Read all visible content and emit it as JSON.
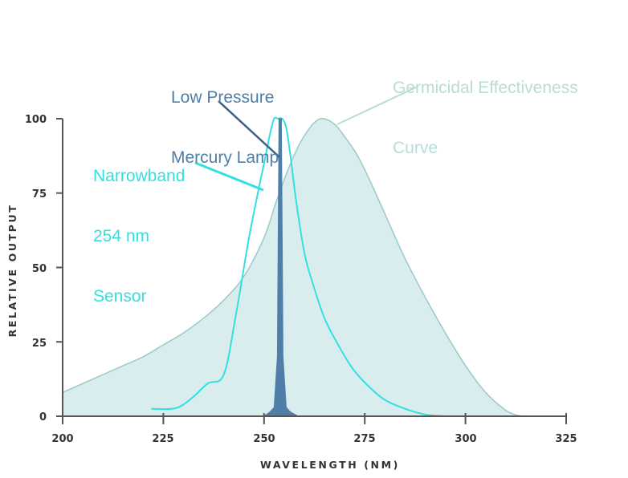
{
  "chart_data": {
    "type": "area",
    "title": "",
    "xlabel": "WAVELENGTH (NM)",
    "ylabel": "RELATIVE OUTPUT",
    "xlim": [
      200,
      325
    ],
    "ylim": [
      0,
      100
    ],
    "x_ticks": [
      200,
      225,
      250,
      275,
      300,
      325
    ],
    "y_ticks": [
      0,
      25,
      50,
      75,
      100
    ],
    "grid": false,
    "legend": "inline annotations",
    "series": [
      {
        "name": "Germicidal Effectiveness Curve",
        "label_lines": [
          "Germicidal Effectiveness",
          "Curve"
        ],
        "style": "filled-area",
        "color": "#9cc9c9",
        "fill": "#d9ecee",
        "x": [
          200,
          205,
          210,
          215,
          220,
          225,
          230,
          235,
          240,
          245,
          250,
          253,
          256,
          259,
          262,
          264,
          266,
          268,
          270,
          273,
          276,
          280,
          285,
          290,
          295,
          300,
          305,
          310,
          313,
          315
        ],
        "y": [
          8,
          11,
          14,
          17,
          20,
          24,
          28,
          33,
          39,
          47,
          60,
          72,
          83,
          92,
          98,
          100,
          99.5,
          97.5,
          94,
          88,
          80,
          68,
          53,
          40,
          28,
          17,
          8,
          2,
          0.3,
          0
        ]
      },
      {
        "name": "Narrowband 254 nm Sensor",
        "label_lines": [
          "Narrowband",
          "254 nm",
          "Sensor"
        ],
        "style": "line",
        "color": "#33e0e0",
        "x": [
          222,
          228,
          232,
          236,
          240,
          243,
          246,
          248,
          250,
          251.5,
          252.5,
          253.5,
          254.5,
          255.5,
          256.5,
          258,
          260,
          262,
          265,
          268,
          272,
          276,
          280,
          285,
          290,
          295
        ],
        "y": [
          2.5,
          2.7,
          6,
          11,
          14,
          34,
          58,
          72,
          85,
          95,
          100,
          100,
          100,
          97,
          88,
          72,
          55,
          45,
          33,
          25,
          16,
          10,
          5.5,
          2.5,
          0.6,
          0
        ]
      },
      {
        "name": "Low Pressure Mercury Lamp",
        "label_lines": [
          "Low Pressure",
          "Mercury Lamp"
        ],
        "style": "filled-spike",
        "color": "#4f7fa8",
        "x": [
          249.5,
          250.5,
          251.5,
          252.5,
          253.3,
          253.7,
          254.0,
          254.3,
          254.7,
          255.5,
          256.5,
          258.5
        ],
        "y": [
          0,
          0.5,
          1.5,
          3,
          20,
          100,
          100,
          100,
          20,
          3,
          1.5,
          0
        ]
      }
    ]
  },
  "annotations": {
    "germicidal": {
      "lines": [
        "Germicidal Effectiveness",
        "Curve"
      ],
      "color": "#b8dcd8"
    },
    "lamp": {
      "lines": [
        "Low Pressure",
        "Mercury Lamp"
      ],
      "color": "#4f7fa8"
    },
    "sensor": {
      "lines": [
        "Narrowband",
        "254 nm",
        "Sensor"
      ],
      "color": "#33e0e0"
    }
  },
  "axes": {
    "x_title": "WAVELENGTH (NM)",
    "y_title": "RELATIVE OUTPUT",
    "x_tick_labels": [
      "200",
      "225",
      "250",
      "275",
      "300",
      "325"
    ],
    "y_tick_labels": [
      "0",
      "25",
      "50",
      "75",
      "100"
    ]
  }
}
